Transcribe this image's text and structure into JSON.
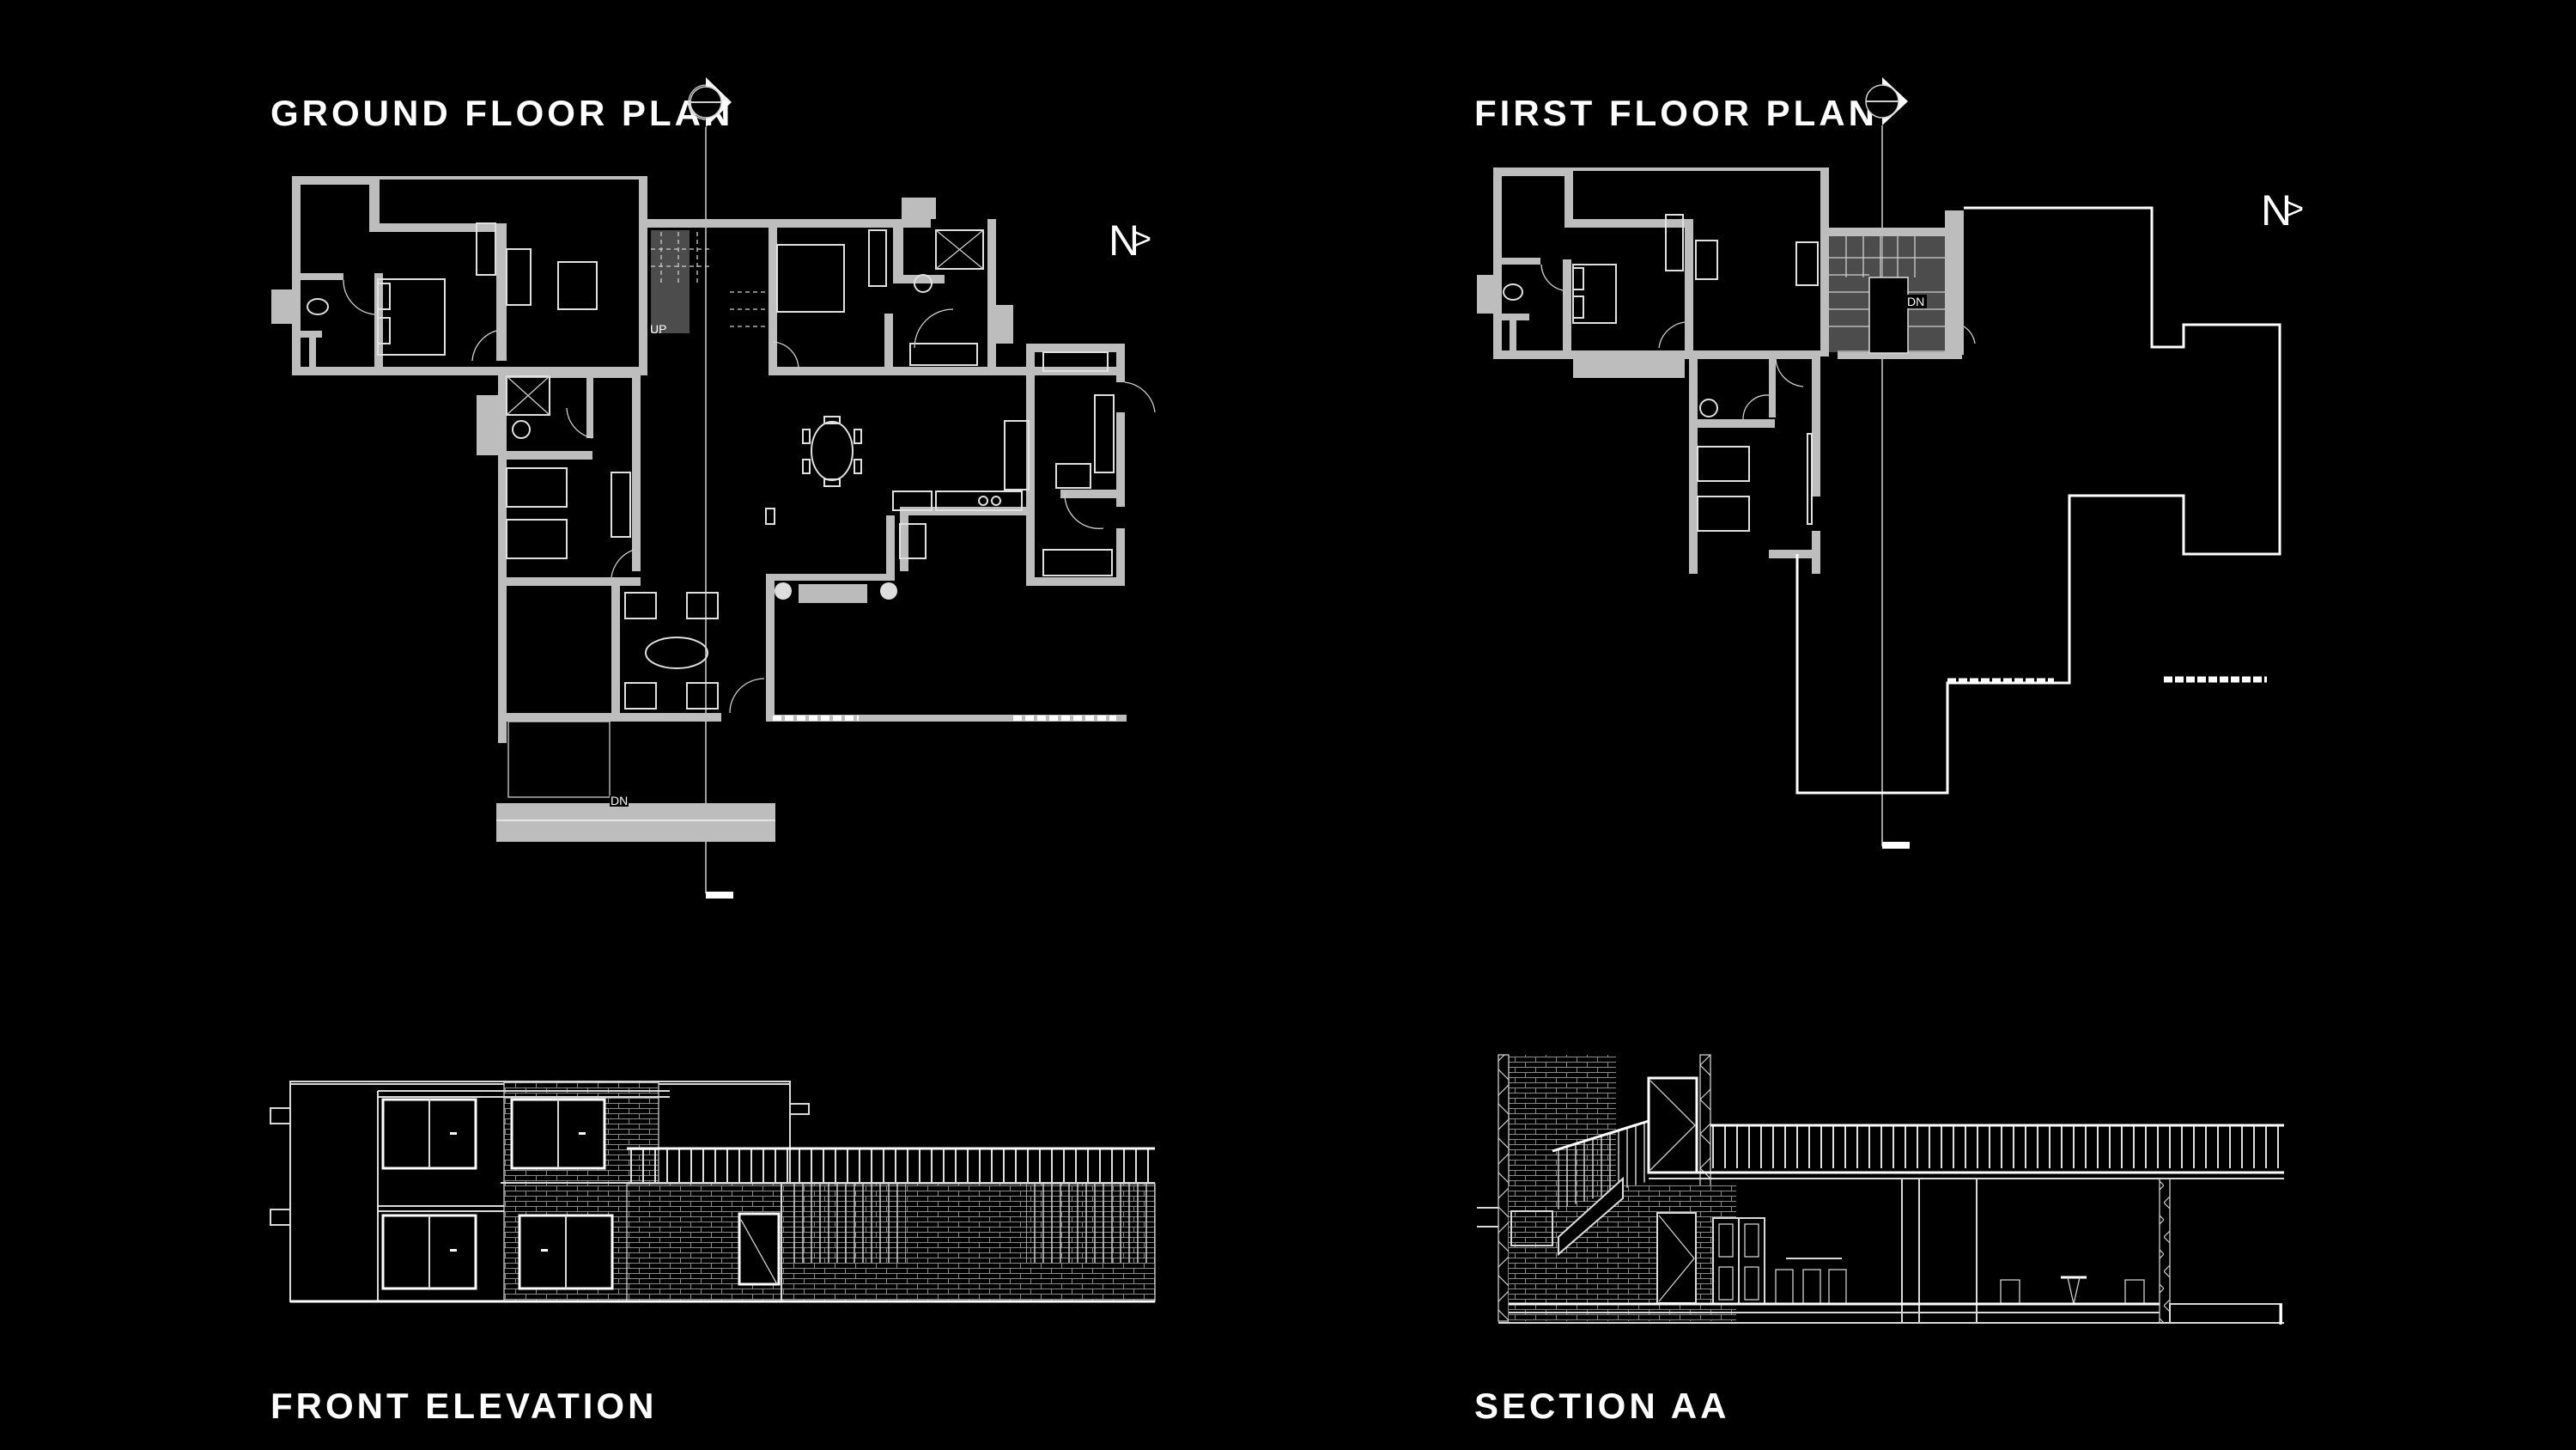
{
  "sheet": {
    "background": "#000000",
    "line_color": "#d9d9d9",
    "wall_fill": "#bdbdbd"
  },
  "drawings": {
    "ground_floor_plan": {
      "title": "GROUND FLOOR PLAN",
      "north_label": "N",
      "north_arrow": ">",
      "stair_up_label": "UP",
      "stair_down_label": "DN"
    },
    "first_floor_plan": {
      "title": "FIRST FLOOR PLAN",
      "north_label": "N",
      "north_arrow": ">",
      "stair_down_label": "DN"
    },
    "front_elevation": {
      "title": "FRONT ELEVATION"
    },
    "section_aa": {
      "title": "SECTION AA"
    }
  }
}
